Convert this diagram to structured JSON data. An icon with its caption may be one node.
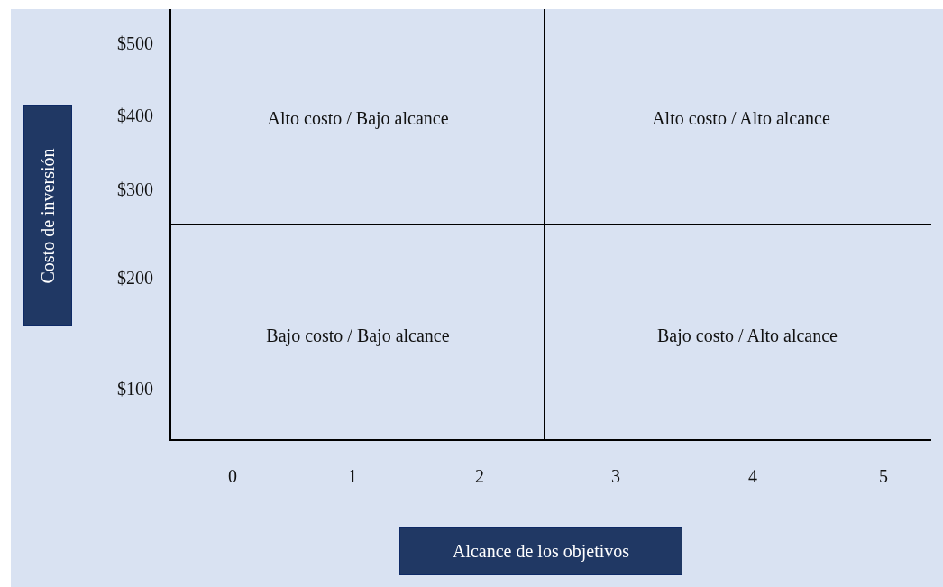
{
  "diagram": {
    "nodes": [
      {
        "text": [
          "Costo de inversión"
        ]
      },
      {
        "text": [
          "Alcance de los objetivos"
        ]
      }
    ],
    "labels": [
      "$500",
      "$400",
      "Alto costo / Bajo alcance",
      "Alto costo / Alto alcance",
      "$300",
      "$200",
      "Bajo costo / Bajo alcance",
      "Bajo costo / Alto alcance",
      "$100",
      "0",
      "1",
      "2",
      "3",
      "4",
      "5"
    ]
  }
}
